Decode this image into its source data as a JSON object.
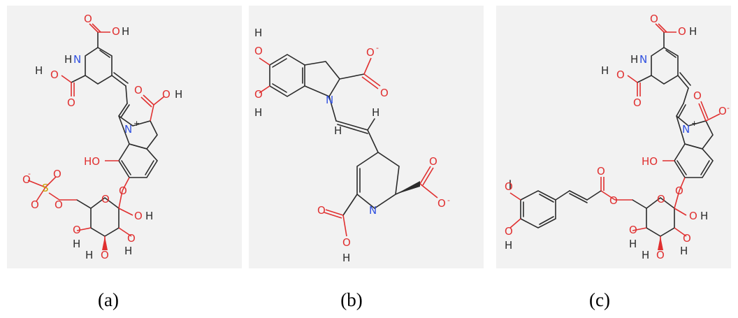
{
  "captions": {
    "a": "(a)",
    "b": "(b)",
    "c": "(c)"
  },
  "atoms": {
    "O": "O",
    "H": "H",
    "N": "N",
    "S": "S",
    "OH": "OH",
    "HO": "HO",
    "plus": "+",
    "minus": "-"
  },
  "colors": {
    "oxygen": "#e03030",
    "nitrogen": "#3050e0",
    "sulfur": "#c8a000",
    "carbon": "#2b2b2b",
    "panel_background": "#f2f2f2"
  }
}
